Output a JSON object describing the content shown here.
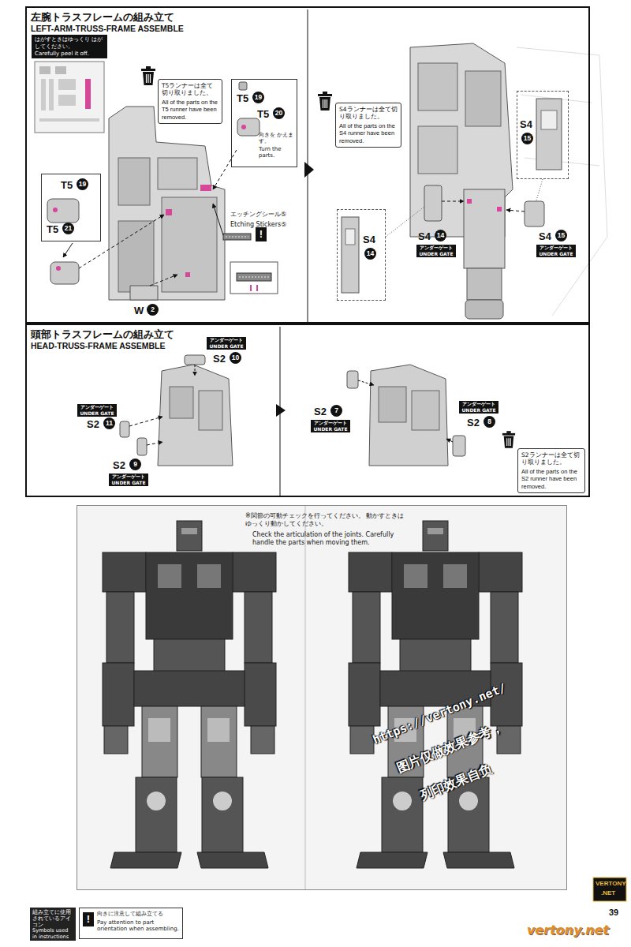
{
  "diagram": {
    "nodes": [
      {
        "text": [
          "左腕トラスフレームの組み立て",
          "LEFT-ARM-TRUSS-FRAME ASSEMBLE"
        ]
      },
      {
        "text": [
          "T5ランナーは全て切り取りました。",
          "All of the parts on the T5 runner have been removed."
        ],
        "in": 0
      },
      {
        "text": [
          "はがすときはゆっくり はがしてください。",
          "Carefully peel it off."
        ],
        "in": 0
      },
      {
        "text": [
          "T5",
          "19",
          "T5",
          "20",
          "向きを かえます。",
          "Turn the parts."
        ],
        "in": 0
      },
      {
        "text": [
          "T5",
          "19",
          "T5",
          "21"
        ],
        "in": 0
      },
      {
        "text": [
          "S4ランナーは全て切り取りました。",
          "All of the parts on the S4 runner have been removed."
        ],
        "in": 0
      },
      {
        "text": [
          "S4",
          "14"
        ],
        "in": 0
      },
      {
        "text": [
          "S4",
          "15"
        ],
        "in": 0
      },
      {
        "text": [
          "頭部トラスフレームの組み立て",
          "HEAD-TRUSS-FRAME ASSEMBLE"
        ]
      },
      {
        "text": [
          "S2ランナーは全て切り取りました。",
          "All of the parts on the S2 runner have been removed."
        ],
        "in": 8
      },
      {
        "text": [
          "※関節の可動チェックを行ってください。 動かすときはゆっくり動かしてください。",
          "Check the articulation of the joints. Carefully handle the parts when moving them."
        ]
      },
      {
        "text": [
          "組み立てに使用 されているアイコン",
          "Symbols used in instructions"
        ]
      },
      {
        "text": [
          "!",
          "向きに注意して組み立てる",
          "Pay attention to part orientation when assembling."
        ]
      }
    ],
    "labels": [
      "W",
      "2",
      "エッチングシール⑤",
      "Etching Stickers⑤",
      "!",
      "S4",
      "14",
      "アンダーゲート",
      "UNDER GATE",
      "S4",
      "15",
      "アンダーゲート",
      "UNDER GATE",
      "アンダーゲート",
      "UNDER GATE",
      "S2",
      "10",
      "アンダーゲート",
      "UNDER GATE",
      "S2",
      "11",
      "S2",
      "9",
      "アンダーゲート",
      "UNDER GATE",
      "S2",
      "7",
      "アンダーゲート",
      "UNDER GATE",
      "アンダーゲート",
      "UNDER GATE",
      "S2",
      "8",
      "https://vertony.net/",
      "图片仅做效果参考，",
      "列印效果自负",
      "VERTONY",
      ".NET",
      "39",
      "vertony.net"
    ]
  }
}
